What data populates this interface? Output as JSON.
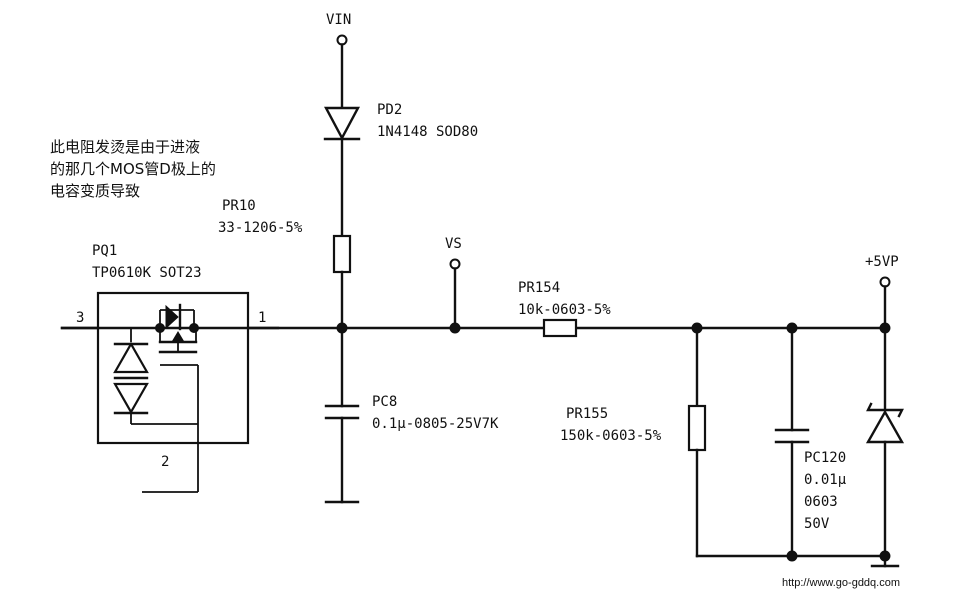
{
  "note": {
    "line1": "此电阻发烫是由于进液",
    "line2": "的那几个MOS管D极上的",
    "line3": "电容变质导致"
  },
  "nets": {
    "vin": "VIN",
    "vs": "VS",
    "p5vp": "+5VP"
  },
  "pd2": {
    "ref": "PD2",
    "value": "1N4148 SOD80"
  },
  "pr10": {
    "ref": "PR10",
    "value": "33-1206-5%"
  },
  "pq1": {
    "ref": "PQ1",
    "value": "TP0610K SOT23",
    "pin1": "1",
    "pin2": "2",
    "pin3": "3"
  },
  "pc8": {
    "ref": "PC8",
    "value": "0.1μ-0805-25V7K"
  },
  "pr154": {
    "ref": "PR154",
    "value": "10k-0603-5%"
  },
  "pr155": {
    "ref": "PR155",
    "value": "150k-0603-5%"
  },
  "pc120": {
    "ref": "PC120",
    "value": "0.01μ",
    "package": "0603",
    "voltage": "50V"
  },
  "watermark": "http://www.go-gddq.com"
}
